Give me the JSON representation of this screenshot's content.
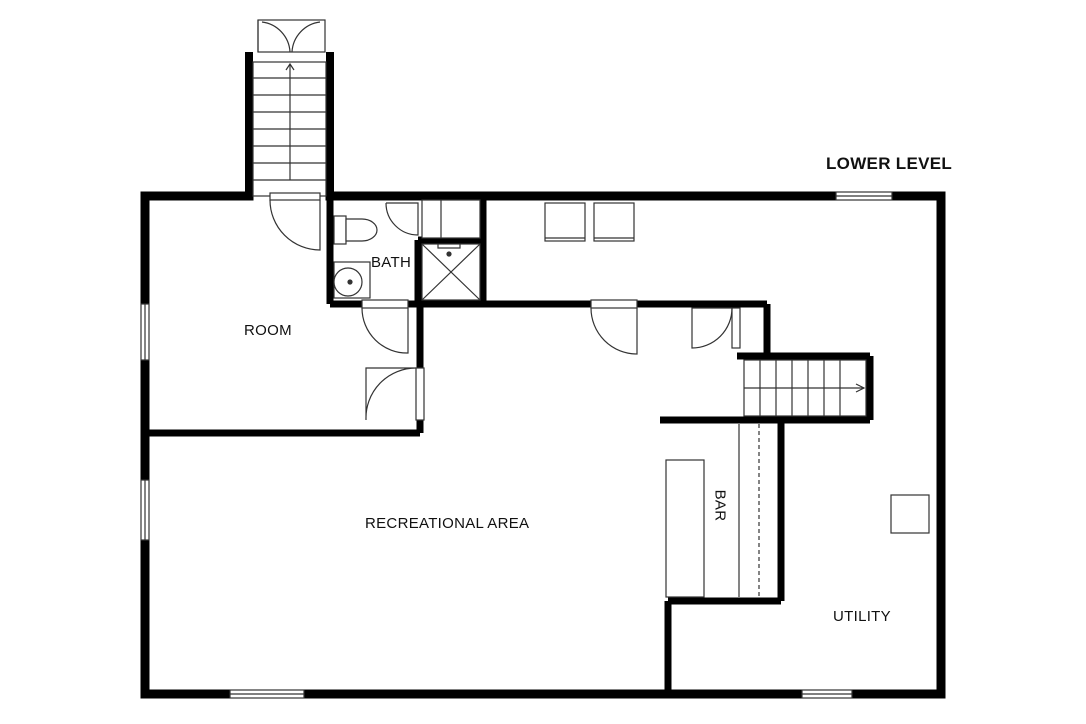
{
  "floor": {
    "title": "LOWER LEVEL"
  },
  "rooms": {
    "room": "ROOM",
    "bath": "BATH",
    "recreational": "RECREATIONAL AREA",
    "bar": "BAR",
    "utility": "UTILITY"
  },
  "colors": {
    "wall": "#000000",
    "line": "#333333",
    "background": "#ffffff"
  }
}
